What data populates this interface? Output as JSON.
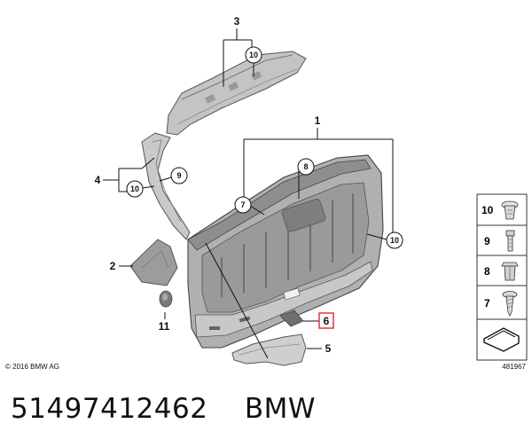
{
  "diagram": {
    "callouts": {
      "c1": "1",
      "c2": "2",
      "c3": "3",
      "c4": "4",
      "c5": "5",
      "c6": "6",
      "c7": "7",
      "c8": "8",
      "c9": "9",
      "c10_top": "10",
      "c10_left": "10",
      "c10_right": "10",
      "c11": "11"
    },
    "copyright": "© 2016 BMW AG",
    "diagram_id": "481967"
  },
  "legend": {
    "items": [
      {
        "number": "10",
        "part": "clip-fastener"
      },
      {
        "number": "9",
        "part": "bolt"
      },
      {
        "number": "8",
        "part": "expanding-nut"
      },
      {
        "number": "7",
        "part": "screw"
      }
    ]
  },
  "footer": {
    "part_number": "51497412462",
    "brand": "BMW"
  },
  "colors": {
    "trim_dark": "#8c8c8c",
    "trim_mid": "#b3b3b3",
    "trim_light": "#d6d6d6",
    "highlight": "#e0262e"
  }
}
